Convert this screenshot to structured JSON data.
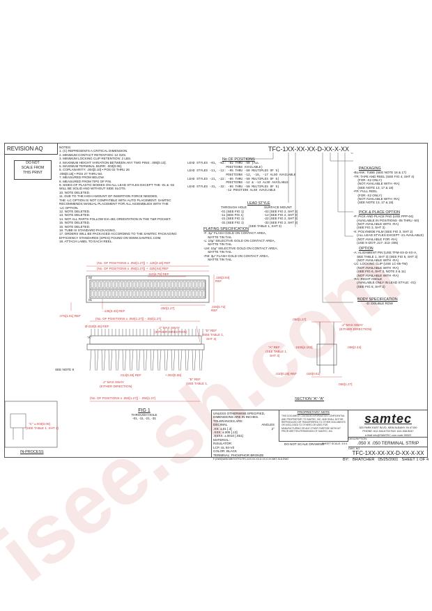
{
  "revision": "REVISION AQ",
  "stamp": {
    "line1": "DO NOT",
    "line2": "SCALE FROM",
    "line3": "THIS PRINT"
  },
  "notes": [
    "NOTES:",
    "1. (C) REPRESENTS A CRITICAL DIMENSION.",
    "2. MINIMUM CONTACT RETENTION: 12 OZS.",
    "3. MINIMUM LOCKING CLIP RETENTION: 2 LBS.",
    "4. MAXIMUM HEIGHT VARIATION BETWEEN ANY TWO PINS: .005[0.13].",
    "5. MAXIMUM TERMINAL BURR: .003[0.08].",
    "6. COPLANARITY: .004[0.10] • POS 02 THRU 26",
    "                .006[0.15] • POS 27 THRU 50.",
    "7. MEASURED FROM BELOW.",
    "8. MEASURED FROM TIPS OF PIN.",
    "9. SIDES OF PLASTIC BODIES ON ALL LEAD STYLES EXCEPT THE -01 & -02",
    "   WILL BE SOLID AND WITHOUT SIDE SLOTS.",
    "10. NOTE DELETED.",
    "11. DUE TO THE HIGH AMOUNT OF INSERTION FORCE NEEDED,",
    "    THE -LC OPTION IS NOT COMPATIBLE WITH AUTO PLACEMENT. SAMTEC",
    "    RECOMMENDS MANUAL PLACEMENT FOR ALL ASSEMBLIES WITH THE",
    "    -LC OPTION.",
    "12. NOTE DELETED.",
    "13. NOTE DELETED.",
    "14. NOT ALL PARTS FOLLOW EIA-481 ORIENTATION IN THE T&R POCKET.",
    "15. NOTE DELETED.",
    "16. NOTE DELETED.",
    "16. TUBE IS STANDARD PACKAGING.",
    "17. ORDERS WILL BE PACKAGED ACCORDING TO THE SAMTEC PACKAGING",
    "    EFFICIENCY STANDARDS (SPES) FOUND ON WWW.SAMTEC.COM.",
    "18. ATTACH LABEL TO EACH REEL."
  ],
  "part_number": "TFC-1XX-XX-XX-D-XX-X-XX",
  "positions": {
    "title": "No OF POSITIONS",
    "lines": [
      "LEAD STYLES -01, -02: -02 THRU -50 (ALL",
      "                     POSITIONS AVAILABLE)",
      "LEAD STYLES -11, -12: -05 THRU -50 MULTIPLES OF 5)",
      "                     POSITIONS -12, -16, -17 ALSO AVAILABLE",
      "LEAD STYLES -21, -22: -05 THRU -50 MULTIPLES OF 5)",
      "                     POSITIONS -12 & -13 ALSO AVAILABLE",
      "LEAD STYLES -31, -32: -05 THRU -50 MULTIPLES OF 5)",
      "                     -12 POSITION ALSO AVAILABLE"
    ]
  },
  "lead_style": {
    "title": "LEAD STYLE",
    "col1": "THROUGH HOLE",
    "col2": "SURFACE MOUNT",
    "rows": [
      [
        "-01 (SEE FIG 1)",
        "-02 (SEE FIG 2, SHT 2)"
      ],
      [
        "-11 (SEE FIG 1)",
        "-12 (SEE FIG 2, SHT 2)"
      ],
      [
        "-21 (SEE FIG 1)",
        "-22 (SEE FIG 2, SHT 2)"
      ],
      [
        "-31 (SEE FIG 1)",
        "-32 (SEE FIG 2, SHT 2)"
      ]
    ],
    "note": "(SEE TABLE 1, SHT 3)"
  },
  "plating": {
    "title": "PLATING SPECIFICATION",
    "lines": [
      "-F: 3µ\" FLASH GOLD ON CONTACT AREA,",
      "     MATTE TIN TAIL",
      "-L: 10µ\" SELECTIVE GOLD ON CONTACT AREA,",
      "     MATTE TIN TAIL",
      "-LM: 10µ\" SELECTIVE GOLD ON CONTACT AREA,",
      "     MATTE TIN TAIL",
      "-FM: 3µ\" FLASH GOLD ON CONTACT AREA,",
      "     MATTE TIN TAIL"
    ]
  },
  "packaging": {
    "title": "PACKAGING",
    "lines": [
      "-BLANK: TUBE (SEE NOTE 16 & 17)",
      "-TR: TAPE AND REEL (SEE FIG 4, SHT 4)",
      "     (FOR -X2 ONLY)",
      "     (NOT AVAILABLE WITH -RA)",
      "     (SEE NOTE 13, 17 & 18)",
      "-FR: FULL REEL",
      "     (FOR -X2 ONLY)",
      "     (NOT AVAILABLE WITH -RA)",
      "     (SEE NOTE 13, 17 & 18)"
    ]
  },
  "pick_place": {
    "title": "PICK & PLACE OPTION",
    "lines": [
      "-P: PICK AND PLACE PAD (USE PPP-04)",
      "    (AVAILABLE IN POSITIONS -05 THRU -50)",
      "    (NOT AVAILABLE WITH -RA)",
      "    (SEE FIG 3, SHT 3)",
      "-K: POLYIMIDE FILM (SEE FIG 3, SHT 2)",
      "    (ALL LEAD STYLES EXCEPT -21 AVAILABLE)",
      "    (NOT AVAILABLE FOR -RA)",
      "    (USE K-DOT-.217-.313-.005)"
    ]
  },
  "option": {
    "title": "OPTION",
    "lines": [
      "-A: ALIGNMENT PIN (USE TFM-XX-D-XX-A,",
      "    SEE TABLE 1, SHT 3) (SEE FIG 5, SHT 3)",
      "    (NOT AVAILABLE WITH -RA)",
      "-LC: LOCKING CLIP (USE LC-05-TM)",
      "    (NOT AVAILABLE WITH -RA)",
      "    (SEE FIG 6, SHT 3, NOTE 3 & 11)",
      "    (NOT AVAILABLE WITH -RA)",
      "-RA: RIGHT ANGLE",
      "    (AVAILABLE ONLY IN LEAD STYLE: -01)",
      "    (SEE FIG 8, SHT 2)"
    ]
  },
  "body_spec": {
    "title": "BODY SPECIFICATION",
    "line": "-D: DOUBLE ROW"
  },
  "dims": {
    "top1": "(No. OF POSITIONS x .050[1.27]) + .125[3.18] REF",
    "top2": "(No. OF POSITIONS x .050[1.27]) + .025[.64] REF",
    "d110": ".110[2.79] REF",
    "d155": ".155[3.94] REF",
    "d050a": ".050[1.27]",
    "d225": ".225[5.72] REF",
    "d135": "-.135[3.43] REF",
    "d075": ".075[1.91] REF",
    "pos02": "02",
    "pos01": "01",
    "mid1": "(No. OF POSITIONS x .050[1.27]) - .050[1.27]",
    "d018": "Ø.018[0.46] REF",
    "sway1": ".2\" MAX SWAY",
    "either": "(EITHER DIRECTION)",
    "a_lbl": "\"A\"",
    "d_ref": "\"D\" REF",
    "see_t1": "(SEE TABLE 1,",
    "sht3": "SHT 3)",
    "see_note9": "SEE NOTE 9",
    "d014": ".014[0.36] REF",
    "d003": "+.003[0.08]",
    "b_ref": "\"B\" REF",
    "sway2": ".2\" MAX SWAY",
    "bottom": "(No. OF POSITIONS x .050[1.27]) - .050[1.27]",
    "d050b": ".050[1.27]",
    "d050c": ".050[1.27]",
    "a_ref2": "\"A\" REF",
    "d1635": ".1635[4.153]",
    "d096": ".096[2.44]",
    "d010": ".010[0.25] REF",
    "d020": ".020[0.51]",
    "sway3": ".2\" MAX SWAY",
    "d050d": ".050[1.27]"
  },
  "fig1": {
    "title": "FIG 1",
    "sub1": "THROUGH HOLE",
    "sub2": "-01, -11, -21, -31"
  },
  "section": "SECTION \"A\"-\"A\"",
  "inprocess": {
    "label": "IN-PROCESS",
    "c_ref": "\"C\" ±.003[0.08]",
    "see": "(SEE TABLE 1, SHT 3)"
  },
  "title_block": {
    "unless": "UNLESS OTHERWISE SPECIFIED,",
    "dims_in": "DIMENSIONS ARE IN INCHES.",
    "tolerances": "TOLERANCES ARE:",
    "decimal": "DECIMAL",
    "angles": "ANGLES",
    "tol1": ".XX: ±.01 [.3]",
    "tol2": ".XXX: ±.005 [.13]",
    "tol3": ".XXXX: ±.0010 [.051]",
    "angle_val": "2°",
    "material": "MATERIAL:",
    "insulator": "INSULATOR:",
    "insulator_val": "LCP, UL 94-V0",
    "color": "COLOR: BLACK",
    "terminal": "TERMINAL: PHOSPHOR BRONZE",
    "file": "F-(DWG)\\MISC\\MKTG\\TFC\\TFC-1XX-XX-XX-D-XX-X-XX-MKT-SLD.DWG",
    "do_not_scale": "DO NOT SCALE DRAWING",
    "sheet_scale": "SHEET SCALE: 3.5:1",
    "proprietary": "PROPRIETARY NOTE",
    "prop_text": "THIS DOCUMENT CONTAINS INFORMATION CONFIDENTIAL AND PROPRIETARY TO SAMTEC, INC. AND SHALL NOT BE REPRODUCED OR TRANSFERRED TO OTHER DOCUMENTS OR DISCLOSED TO OTHERS OR USED FOR MANUFACTURING OR ANY OTHER PURPOSE WITHOUT PRIOR WRITTEN PERMISSION OF SAMTEC, INC.",
    "logo": "samtec",
    "addr": "520 PARK EAST BLVD, NEW ALBANY, IN 47150",
    "phone": "PHONE: 812-944-6733    FAX: 812-948-5047",
    "email": "e-Mail   info@SAMTEC.com    code 55322",
    "desc_lbl": "DESCRIPTION:",
    "desc": ".050 X .050 TERMINAL STRIP",
    "dwg_lbl": "DWG. NO.",
    "dwg": "TFC-1XX-XX-XX-D-XX-X-XX",
    "by": "BY:",
    "by_val": "BRATCHER",
    "date": "05/25/2001",
    "sheet": "SHEET 1 OF 4"
  },
  "watermark": "isee.sh.com"
}
